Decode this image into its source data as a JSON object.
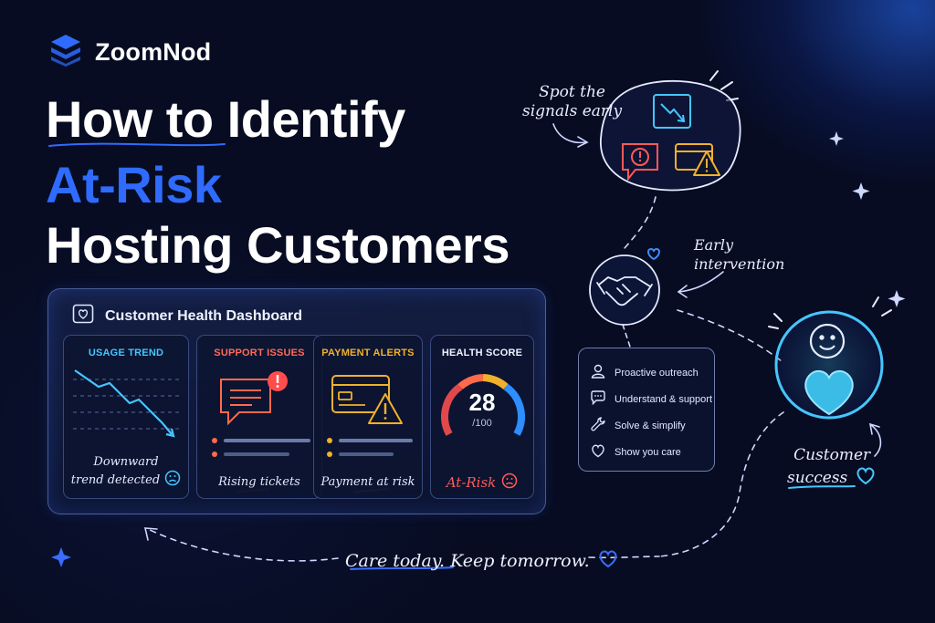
{
  "brand": {
    "name": "ZoomNod",
    "icon": "stacked-layers-logo"
  },
  "headline": {
    "line1": "How to Identify",
    "line2": "At-Risk",
    "line3": "Hosting Customers"
  },
  "colors": {
    "accent": "#2f6bff",
    "cyan": "#45c6ff",
    "red": "#ff5a57",
    "amber": "#f2b12a",
    "background": "#070c22"
  },
  "dashboard": {
    "title": "Customer Health Dashboard",
    "icon": "heart-window-icon",
    "cards": [
      {
        "label": "USAGE TREND",
        "caption_line1": "Downward",
        "caption_line2": "trend detected",
        "icon": "sad-face-icon"
      },
      {
        "label": "SUPPORT ISSUES",
        "caption": "Rising tickets",
        "icon": "chat-alert-icon"
      },
      {
        "label": "PAYMENT ALERTS",
        "caption": "Payment at risk",
        "icon": "card-warning-icon"
      },
      {
        "label": "HEALTH SCORE",
        "score": "28",
        "score_max": "/100",
        "caption": "At-Risk",
        "score_fraction": 0.28
      }
    ]
  },
  "annotations": {
    "signals_line1": "Spot the",
    "signals_line2": "signals early",
    "intervention_line1": "Early",
    "intervention_line2": "intervention",
    "success_line1": "Customer",
    "success_line2": "success",
    "tagline": "Care today. Keep tomorrow."
  },
  "actions": [
    {
      "label": "Proactive outreach",
      "icon": "person-icon"
    },
    {
      "label": "Understand & support",
      "icon": "chat-bubble-icon"
    },
    {
      "label": "Solve & simplify",
      "icon": "wrench-icon"
    },
    {
      "label": "Show you care",
      "icon": "heart-icon"
    }
  ]
}
